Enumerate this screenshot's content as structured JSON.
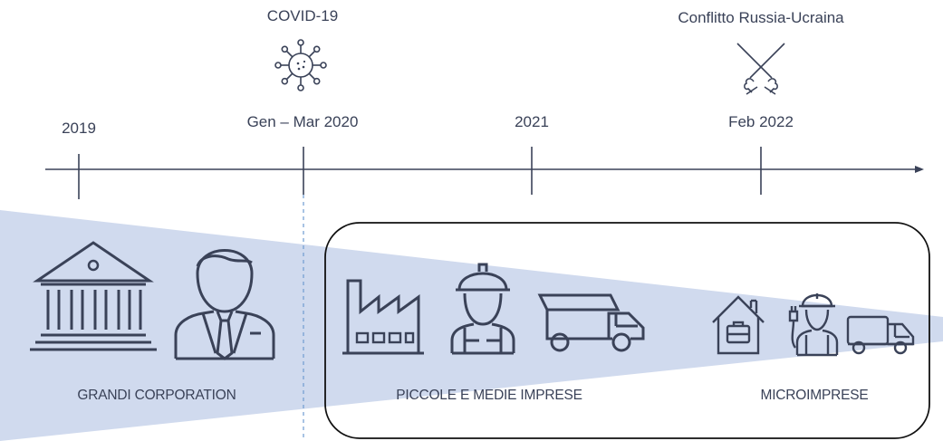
{
  "timeline": {
    "dates": [
      {
        "id": "2019",
        "label": "2019"
      },
      {
        "id": "covid",
        "label": "Gen – Mar 2020"
      },
      {
        "id": "2021",
        "label": "2021"
      },
      {
        "id": "feb2022",
        "label": "Feb 2022"
      }
    ],
    "events": [
      {
        "id": "covid",
        "label": "COVID-19",
        "icon": "virus-icon"
      },
      {
        "id": "war",
        "label": "Conflitto Russia-Ucraina",
        "icon": "crossed-swords-icon"
      }
    ]
  },
  "segments": {
    "grandi": {
      "label": "GRANDI CORPORATION",
      "icons": [
        "bank-icon",
        "businessman-icon"
      ]
    },
    "pmi": {
      "label": "PICCOLE E MEDIE IMPRESE",
      "icons": [
        "factory-icon",
        "worker-icon",
        "dump-truck-icon"
      ]
    },
    "micro": {
      "label": "MICROIMPRESE",
      "icons": [
        "home-office-icon",
        "electrician-icon",
        "delivery-truck-icon"
      ]
    }
  },
  "colors": {
    "line": "#3a4258",
    "wedge": "#d0daee",
    "icon_stroke": "#3a4258"
  }
}
